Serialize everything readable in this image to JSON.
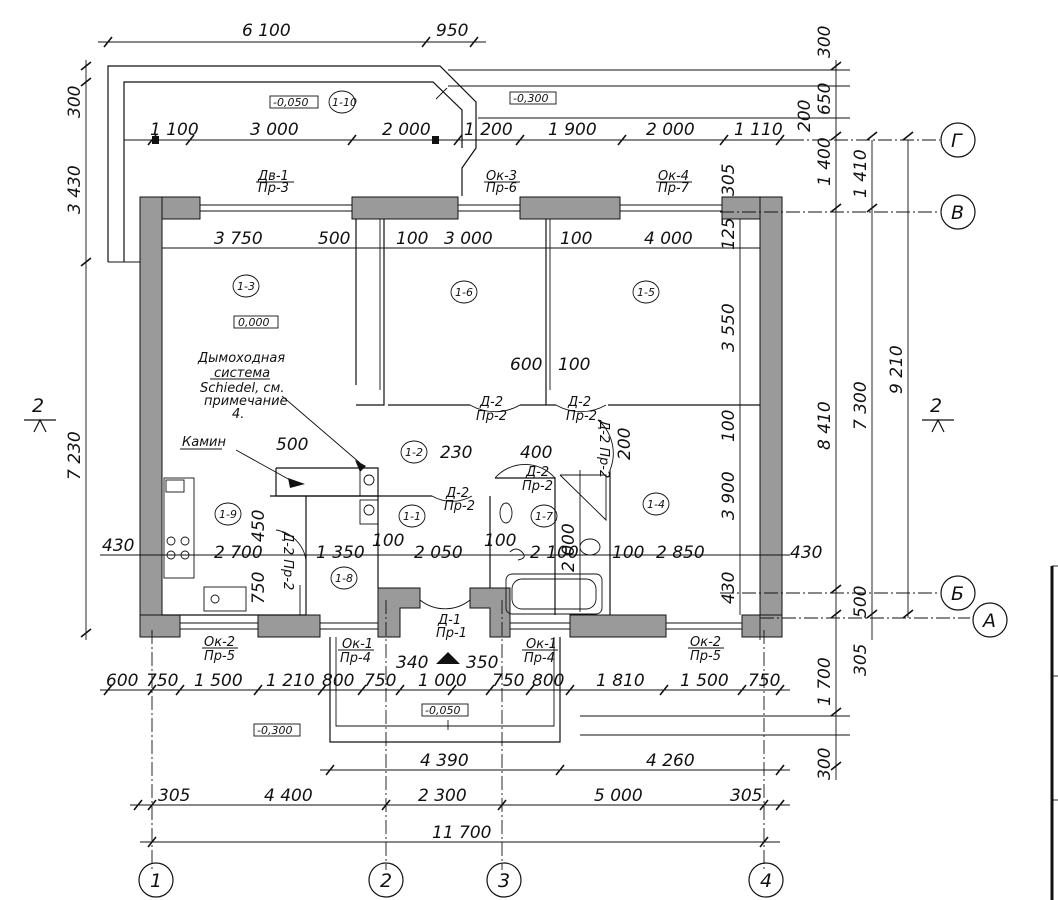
{
  "dims_top": {
    "a": "6 100",
    "b": "950",
    "c": "1 100",
    "d": "3 000",
    "e": "2 000",
    "f": "1 200",
    "g": "1 900",
    "h": "2 000",
    "i": "1 110"
  },
  "dims_left": {
    "a": "300",
    "b": "3 430",
    "c": "7 230",
    "d": "430"
  },
  "dims_right": {
    "a": "300",
    "b": "650",
    "c": "200",
    "d": "1 400",
    "e": "1 410",
    "f": "305",
    "g": "125",
    "h": "3 550",
    "i": "100",
    "j": "3 900",
    "k": "430",
    "l": "500",
    "m": "305",
    "n": "1 700",
    "o": "300",
    "p": "8 410",
    "q": "7 300",
    "r": "9 210"
  },
  "dims_interior": {
    "a": "3 750",
    "b": "500",
    "c": "100",
    "d": "3 000",
    "e": "100",
    "f": "4 000",
    "g": "600",
    "h": "100",
    "i": "500",
    "j": "230",
    "k": "400",
    "l": "200",
    "m": "2 700",
    "n": "450",
    "o": "1 350",
    "p": "100",
    "q": "2 050",
    "r": "100",
    "s": "2 100",
    "t": "100",
    "u": "2 850",
    "v": "430",
    "w": "750",
    "x": "2 000"
  },
  "dims_bottom": {
    "row1": [
      "600",
      "750",
      "1 500",
      "1 210",
      "800",
      "750",
      "1 000",
      "750",
      "800",
      "1 810",
      "1 500",
      "750"
    ],
    "row2": [
      "4 390",
      "4 260"
    ],
    "row3": [
      "305",
      "4 400",
      "2 300",
      "5 000",
      "305"
    ],
    "total": "11 700",
    "porch": [
      "340",
      "350"
    ]
  },
  "levels": [
    "-0,050",
    "-0,300",
    "0,000",
    "-0,050",
    "-0,300"
  ],
  "rooms": [
    "1-10",
    "1-3",
    "1-6",
    "1-5",
    "1-2",
    "1-9",
    "1-1",
    "1-7",
    "1-4",
    "1-8"
  ],
  "openings": {
    "dv1": [
      "Дв-1",
      "Пр-3"
    ],
    "ok3": [
      "Ок-3",
      "Пр-6"
    ],
    "ok4": [
      "Ок-4",
      "Пр-7"
    ],
    "d2a": [
      "Д-2",
      "Пр-2"
    ],
    "d2b": [
      "Д-2",
      "Пр-2"
    ],
    "d2c": [
      "Д-2",
      "Пр-2"
    ],
    "d2d": [
      "Д-2",
      "Пр-2"
    ],
    "d1": [
      "Д-1",
      "Пр-1"
    ],
    "ok2l": [
      "Ок-2",
      "Пр-5"
    ],
    "ok1l": [
      "Ок-1",
      "Пр-4"
    ],
    "ok1r": [
      "Ок-1",
      "Пр-4"
    ],
    "ok2r": [
      "Ок-2",
      "Пр-5"
    ]
  },
  "vertical_openings": [
    "Д-2 Пр-2",
    "Д-2 Пр-2"
  ],
  "notes": {
    "chimney": [
      "Дымоходная",
      "система",
      "Schiedel, см.",
      "примечание",
      "4."
    ],
    "fireplace": "Камин"
  },
  "axes_h": [
    "Г",
    "В",
    "Б",
    "А"
  ],
  "axes_v": [
    "1",
    "2",
    "3",
    "4"
  ],
  "section_marks": [
    "2",
    "2"
  ]
}
